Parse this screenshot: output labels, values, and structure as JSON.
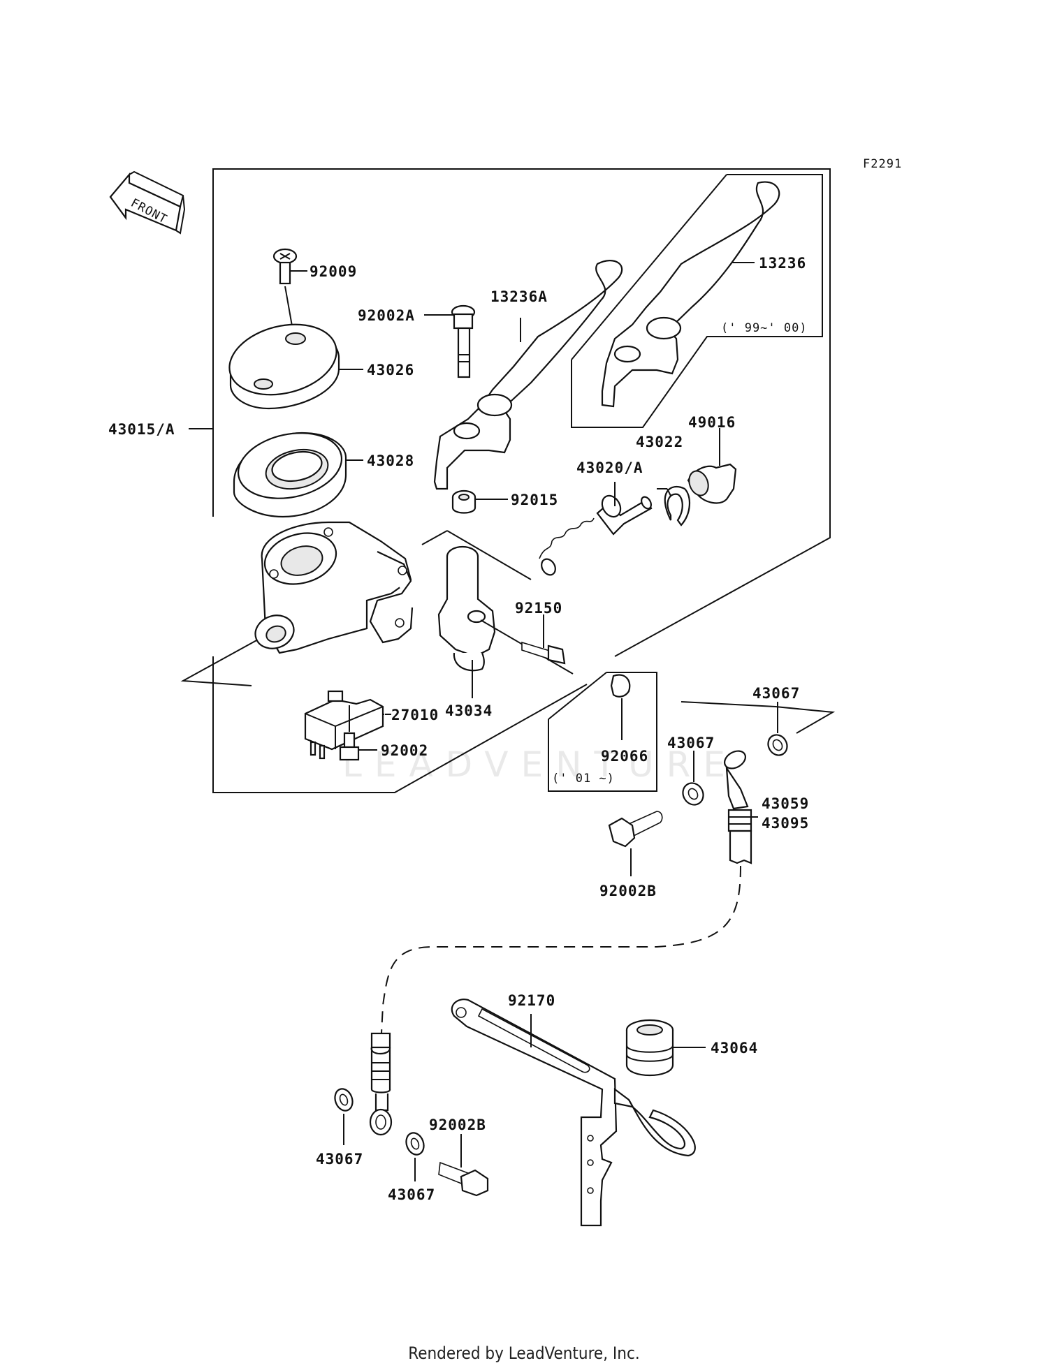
{
  "figure_code": "F2291",
  "front_arrow_label": "FRONT",
  "watermark_text": "LEADVENTURE",
  "footer_text": "Rendered by LeadVenture, Inc.",
  "variant_labels": {
    "years_99_00": "(' 99~' 00)",
    "years_01": "(' 01  ~)"
  },
  "parts": {
    "p92009": "92009",
    "p92002A": "92002A",
    "p13236A": "13236A",
    "p13236": "13236",
    "p43026": "43026",
    "p43015A": "43015/A",
    "p43028": "43028",
    "p92015": "92015",
    "p43022": "43022",
    "p49016": "49016",
    "p43020A": "43020/A",
    "p92150": "92150",
    "p27010": "27010",
    "p43034": "43034",
    "p92002": "92002",
    "p92066": "92066",
    "p43067_a": "43067",
    "p43067_b": "43067",
    "p43059": "43059",
    "p43095": "43095",
    "p92002B_a": "92002B",
    "p92170": "92170",
    "p43064": "43064",
    "p92002B_b": "92002B",
    "p43067_c": "43067",
    "p43067_d": "43067"
  }
}
